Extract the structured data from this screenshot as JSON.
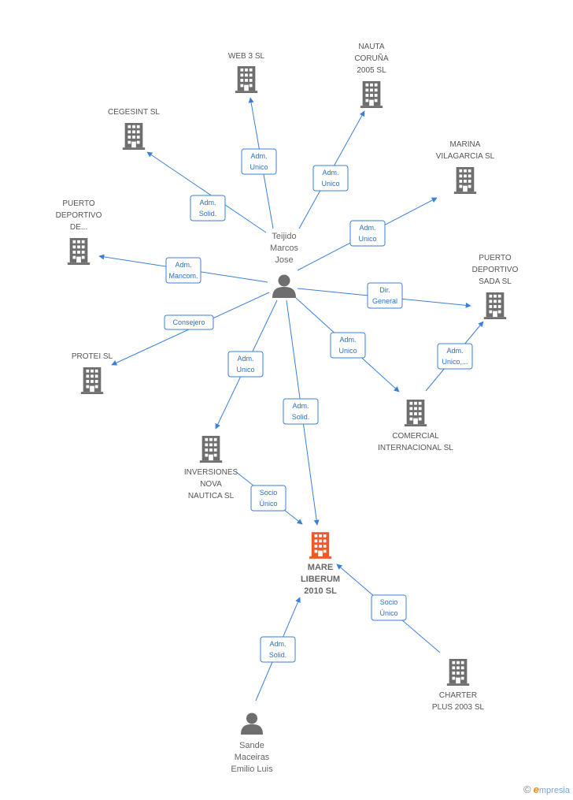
{
  "colors": {
    "edge": "#3b7fd9",
    "building": "#6e6e6e",
    "focus": "#f0582a",
    "person": "#6e6e6e"
  },
  "nodes": [
    {
      "id": "teijido",
      "kind": "person",
      "lines": [
        "Teijido",
        "Marcos",
        "Jose"
      ]
    },
    {
      "id": "sande",
      "kind": "person",
      "lines": [
        "Sande",
        "Maceiras",
        "Emilio Luis"
      ]
    },
    {
      "id": "mare",
      "kind": "focus",
      "lines": [
        "MARE",
        "LIBERUM",
        "2010  SL"
      ]
    },
    {
      "id": "web3",
      "kind": "company",
      "lines": [
        "WEB 3 SL"
      ]
    },
    {
      "id": "nauta",
      "kind": "company",
      "lines": [
        "NAUTA",
        "CORUÑA",
        "2005 SL"
      ]
    },
    {
      "id": "cegesint",
      "kind": "company",
      "lines": [
        "CEGESINT  SL"
      ]
    },
    {
      "id": "marina",
      "kind": "company",
      "lines": [
        "MARINA",
        "VILAGARCIA SL"
      ]
    },
    {
      "id": "puerto_de",
      "kind": "company",
      "lines": [
        "PUERTO",
        "DEPORTIVO",
        "DE..."
      ]
    },
    {
      "id": "puerto_sada",
      "kind": "company",
      "lines": [
        "PUERTO",
        "DEPORTIVO",
        "SADA SL"
      ]
    },
    {
      "id": "protei",
      "kind": "company",
      "lines": [
        "PROTEI SL"
      ]
    },
    {
      "id": "comercial",
      "kind": "company",
      "lines": [
        "COMERCIAL",
        "INTERNACIONAL SL"
      ]
    },
    {
      "id": "inversiones",
      "kind": "company",
      "lines": [
        "INVERSIONES",
        "NOVA",
        "NAUTICA SL"
      ]
    },
    {
      "id": "charter",
      "kind": "company",
      "lines": [
        "CHARTER",
        "PLUS 2003  SL"
      ]
    }
  ],
  "edges": [
    {
      "from": "teijido",
      "to": "web3",
      "lines": [
        "Adm.",
        "Unico"
      ]
    },
    {
      "from": "teijido",
      "to": "nauta",
      "lines": [
        "Adm.",
        "Unico"
      ]
    },
    {
      "from": "teijido",
      "to": "cegesint",
      "lines": [
        "Adm.",
        "Solid."
      ]
    },
    {
      "from": "teijido",
      "to": "marina",
      "lines": [
        "Adm.",
        "Unico"
      ]
    },
    {
      "from": "teijido",
      "to": "puerto_de",
      "lines": [
        "Adm.",
        "Mancom."
      ]
    },
    {
      "from": "teijido",
      "to": "puerto_sada",
      "lines": [
        "Dir.",
        "General"
      ]
    },
    {
      "from": "teijido",
      "to": "protei",
      "lines": [
        "Consejero"
      ]
    },
    {
      "from": "teijido",
      "to": "comercial",
      "lines": [
        "Adm.",
        "Unico"
      ]
    },
    {
      "from": "comercial",
      "to": "puerto_sada",
      "lines": [
        "Adm.",
        "Unico,..."
      ]
    },
    {
      "from": "teijido",
      "to": "inversiones",
      "lines": [
        "Adm.",
        "Unico"
      ]
    },
    {
      "from": "teijido",
      "to": "mare",
      "lines": [
        "Adm.",
        "Solid."
      ]
    },
    {
      "from": "inversiones",
      "to": "mare",
      "lines": [
        "Socio",
        "Único"
      ]
    },
    {
      "from": "charter",
      "to": "mare",
      "lines": [
        "Socio",
        "Único"
      ]
    },
    {
      "from": "sande",
      "to": "mare",
      "lines": [
        "Adm.",
        "Solid."
      ]
    }
  ],
  "footer": {
    "copyright": "©",
    "brand_initial": "e",
    "brand_rest": "mpresia"
  }
}
